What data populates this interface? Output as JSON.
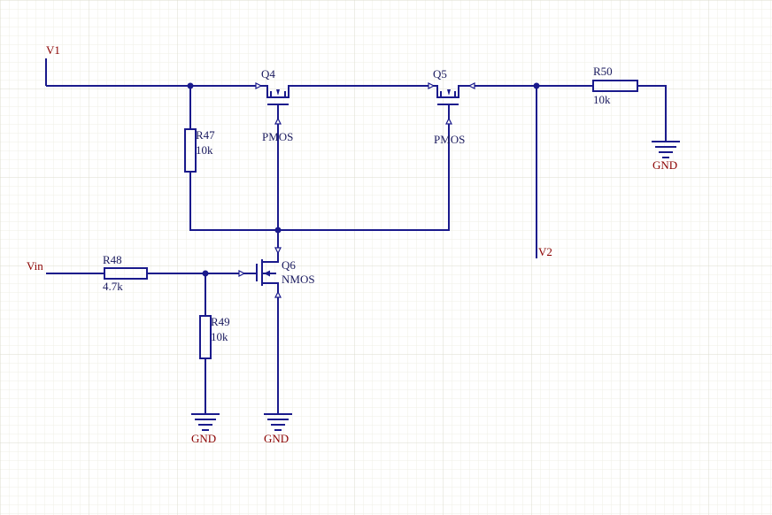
{
  "colors": {
    "wire": "#1a1a8c",
    "net_label": "#8b0000",
    "component_label": "#1a1a5e",
    "grid_minor": "#efefe6",
    "grid_major": "#dcdccf",
    "background": "#ffffff"
  },
  "nets": {
    "v1": "V1",
    "v2": "V2",
    "vin": "Vin",
    "gnd": "GND"
  },
  "components": {
    "q4": {
      "ref": "Q4",
      "type": "PMOS"
    },
    "q5": {
      "ref": "Q5",
      "type": "PMOS"
    },
    "q6": {
      "ref": "Q6",
      "type": "NMOS"
    },
    "r47": {
      "ref": "R47",
      "value": "10k"
    },
    "r48": {
      "ref": "R48",
      "value": "4.7k"
    },
    "r49": {
      "ref": "R49",
      "value": "10k"
    },
    "r50": {
      "ref": "R50",
      "value": "10k"
    }
  }
}
